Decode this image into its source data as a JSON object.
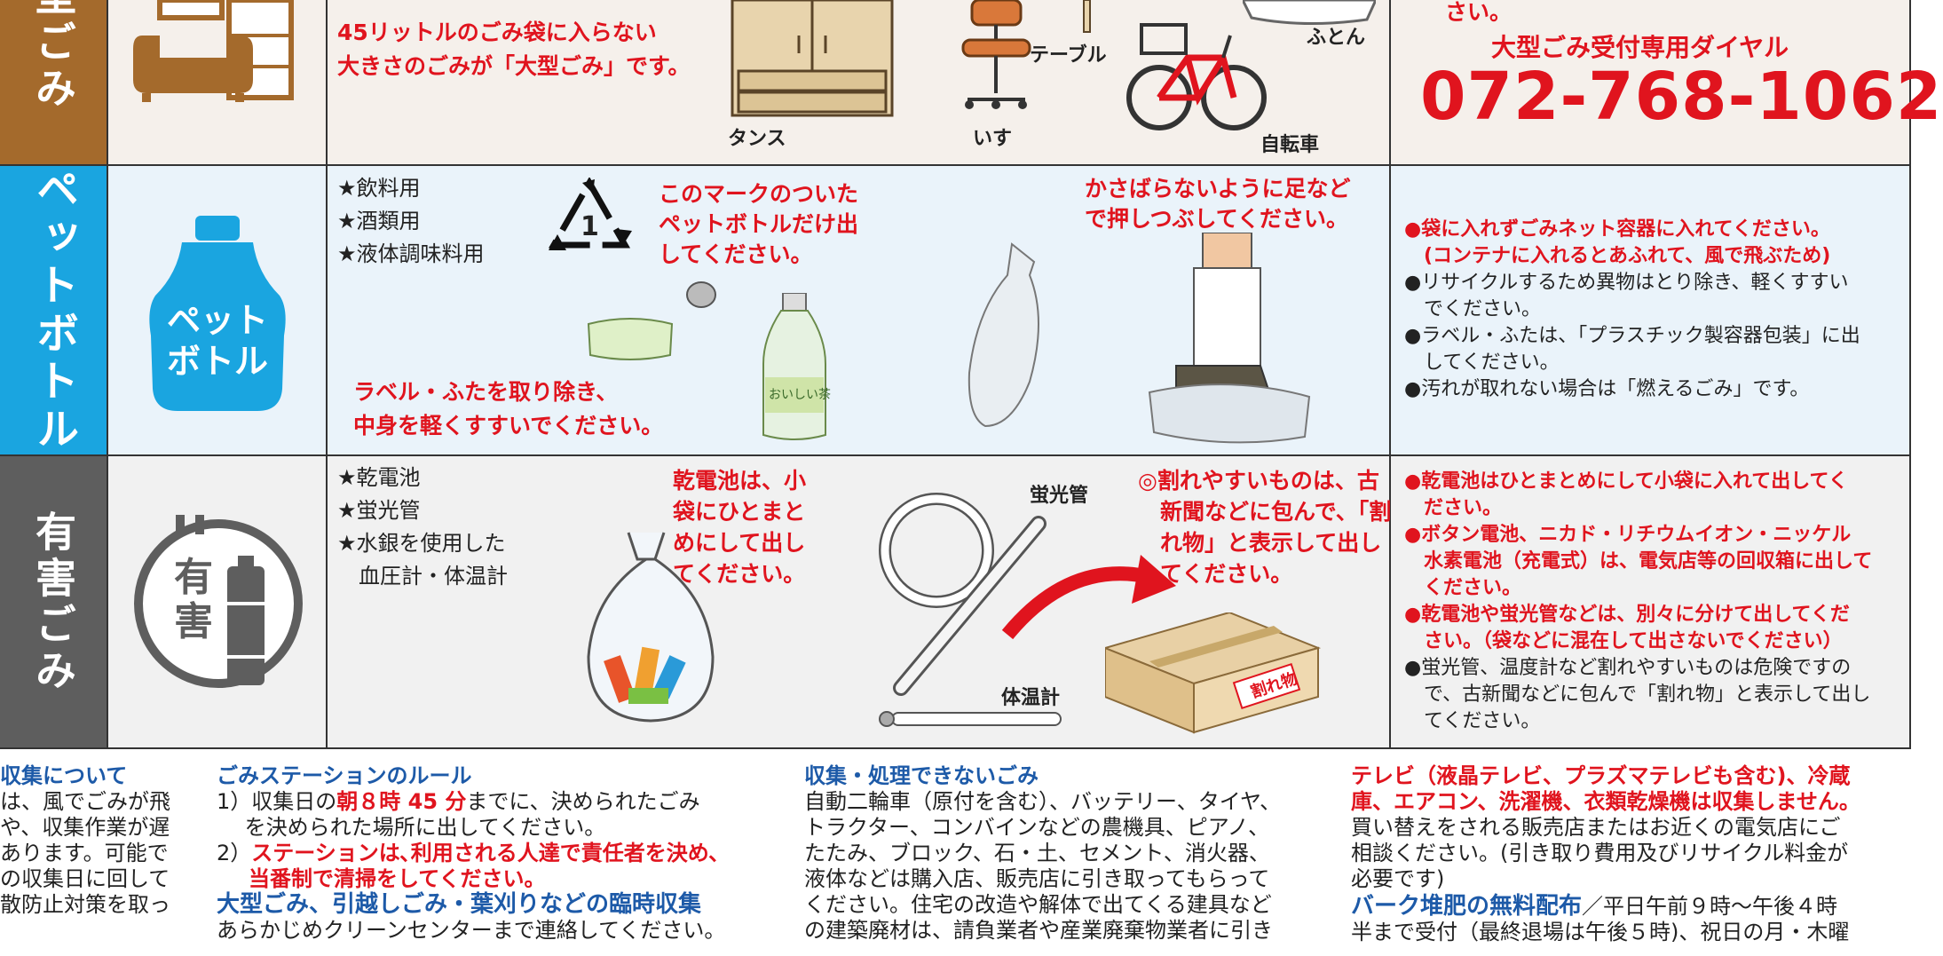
{
  "categories": {
    "large": {
      "band_label": "大型ごみ",
      "headline_lines": [
        "45リットルのごみ袋に入らない",
        "大きさのごみが「大型ごみ」です。"
      ],
      "items": [
        "タンス",
        "いす",
        "テーブル",
        "ふとん",
        "自転車"
      ],
      "note_tail": "さい。",
      "hotline_label": "大型ごみ受付専用ダイヤル",
      "hotline_number": "072-768-1062"
    },
    "pet": {
      "band_label": "ペットボトル",
      "icon_lines": [
        "ペット",
        "ボトル"
      ],
      "list": [
        "★飲料用",
        "★酒類用",
        "★液体調味料用"
      ],
      "mark_note_lines": [
        "このマークのついた",
        "ペットボトルだけ出",
        "してください。"
      ],
      "recycle_digit": "1",
      "crush_note_lines": [
        "かさばらないように足など",
        "で押しつぶしてください。"
      ],
      "rinse_note_lines": [
        "ラベル・ふたを取り除き、",
        "中身を軽くすすいでください。"
      ],
      "bottle_label": "おいしい茶",
      "rules": [
        {
          "text": "●袋に入れずごみネット容器に入れてください。",
          "red": true
        },
        {
          "text": "　(コンテナに入れるとあふれて、風で飛ぶため)",
          "red": true
        },
        {
          "text": "●リサイクルするため異物はとり除き、軽くすすい",
          "red": false
        },
        {
          "text": "　でください。",
          "red": false
        },
        {
          "text": "●ラベル・ふたは、「プラスチック製容器包装」に出",
          "red": false
        },
        {
          "text": "　してください。",
          "red": false
        },
        {
          "text": "●汚れが取れない場合は「燃えるごみ」です。",
          "red": false
        }
      ]
    },
    "hazard": {
      "band_label": "有害ごみ",
      "icon_text": "有害",
      "list": [
        "★乾電池",
        "★蛍光管",
        "★水銀を使用した",
        "　血圧計・体温計"
      ],
      "battery_note_lines": [
        "乾電池は、小",
        "袋にひとまと",
        "めにして出し",
        "てください。"
      ],
      "fragile_note_lines": [
        "◎割れやすいものは、古",
        "　新聞などに包んで、「割",
        "　れ物」と表示して出し",
        "　てください。"
      ],
      "tube_label": "蛍光管",
      "thermo_label": "体温計",
      "box_label": "割れ物",
      "rules": [
        {
          "text": "●乾電池はひとまとめにして小袋に入れて出してく",
          "red": true
        },
        {
          "text": "　ださい。",
          "red": true
        },
        {
          "text": "●ボタン電池、ニカド・リチウムイオン・ニッケル",
          "red": true
        },
        {
          "text": "　水素電池（充電式）は、電気店等の回収箱に出して",
          "red": true
        },
        {
          "text": "　ください。",
          "red": true
        },
        {
          "text": "●乾電池や蛍光管などは、別々に分けて出してくだ",
          "red": true
        },
        {
          "text": "　さい。（袋などに混在して出さないでください）",
          "red": true
        },
        {
          "text": "●蛍光管、温度計など割れやすいものは危険ですの",
          "red": false
        },
        {
          "text": "　で、古新聞などに包んで「割れ物」と表示して出し",
          "red": false
        },
        {
          "text": "　てください。",
          "red": false
        }
      ]
    }
  },
  "bottom": {
    "col1": {
      "title": "収集について",
      "lines": [
        "は、風でごみが飛",
        "や、収集作業が遅",
        "あります。可能で",
        "の収集日に回して",
        "散防止対策を取っ"
      ]
    },
    "col2": {
      "title": "ごみステーションのルール",
      "rule1_pre": "1）収集日の",
      "rule1_em": "朝８時 45 分",
      "rule1_post": "までに、決められたごみ",
      "rule1_cont": "　 を決められた場所に出してください。",
      "rule2_num": "2）",
      "rule2_red": "ステーションは､利用される人達で責任者を決め､",
      "rule2_cont": "当番制で清掃をしてください。",
      "temp_title": "大型ごみ、引越しごみ・葉刈りなどの臨時収集",
      "temp_line": "あらかじめクリーンセンターまで連絡してください。"
    },
    "col3": {
      "title": "収集・処理できないごみ",
      "lines": [
        "自動二輪車（原付を含む）、バッテリー、タイヤ、",
        "トラクター、コンバインなどの農機具、ピアノ、",
        "たたみ、ブロック、石・土、セメント、消火器、",
        "液体などは購入店、販売店に引き取ってもらって",
        "ください。住宅の改造や解体で出てくる建具など",
        "の建築廃材は、請負業者や産業廃棄物業者に引き"
      ]
    },
    "col4": {
      "title_lines": [
        "テレビ（液晶テレビ、プラズマテレビも含む)、冷蔵",
        "庫、エアコン、洗濯機、衣類乾燥機は収集しません。"
      ],
      "lines": [
        "買い替えをされる販売店またはお近くの電気店にご",
        "相談ください。(引き取り費用及びリサイクル料金が",
        "必要です)"
      ],
      "compost_title": "バーク堆肥の無料配布",
      "compost_line1": "／平日午前９時～午後４時",
      "compost_line2": "半まで受付（最終退場は午後５時)、祝日の月・木曜"
    }
  }
}
